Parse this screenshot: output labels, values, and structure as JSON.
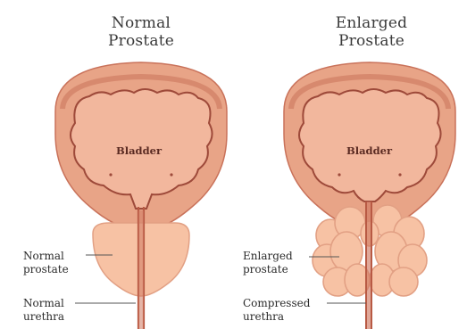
{
  "diagram": {
    "normal": {
      "title_line1": "Normal",
      "title_line2": "Prostate",
      "bladder_label": "Bladder",
      "prostate_label_line1": "Normal",
      "prostate_label_line2": "prostate",
      "urethra_label_line1": "Normal",
      "urethra_label_line2": "urethra"
    },
    "enlarged": {
      "title_line1": "Enlarged",
      "title_line2": "Prostate",
      "bladder_label": "Bladder",
      "prostate_label_line1": "Enlarged",
      "prostate_label_line2": "prostate",
      "urethra_label_line1": "Compressed",
      "urethra_label_line2": "urethra"
    },
    "colors": {
      "bladder_outer": "#e8a487",
      "bladder_wall_dark": "#c9725a",
      "bladder_inner": "#f2b79d",
      "lining_edge": "#9e4a3a",
      "prostate": "#f7c2a4",
      "prostate_edge": "#e2a084",
      "urethra": "#b85a44"
    }
  }
}
